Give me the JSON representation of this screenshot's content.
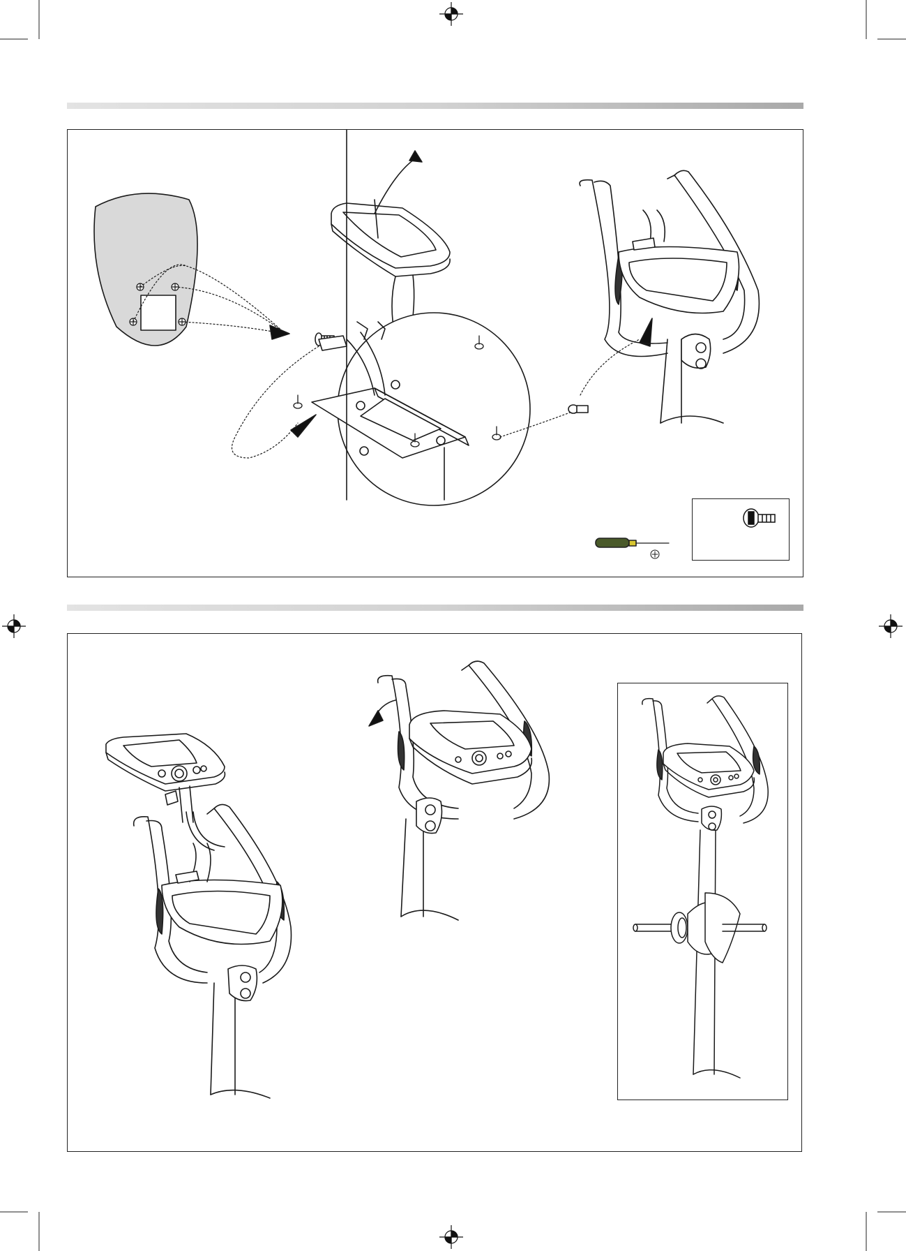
{
  "document": {
    "type": "assembly-instructions-page",
    "colors": {
      "line": "#1a1a1a",
      "section_bar_light": "#e3e3e3",
      "section_bar_dark": "#a9a9a9",
      "decal_fill": "#d9d9d9",
      "screwdriver_handle": "#4a5a2a",
      "screwdriver_tip": "#d8c630"
    },
    "marks": {
      "registration": [
        "registration-mark-top",
        "registration-mark-left",
        "registration-mark-right",
        "registration-mark-bottom"
      ],
      "crop": "crop-marks"
    }
  },
  "step_a": {
    "illustrations": [
      "console-back-decal-with-screw-holes",
      "console-base-with-cable-exit-arrow",
      "magnified-console-bracket-detail",
      "handlebar-with-console-base",
      "screwdriver-icon",
      "screw-hardware-inset"
    ],
    "hardware_count": 4
  },
  "step_b": {
    "illustrations": [
      "console-with-connectors",
      "handlebar-with-open-console-base",
      "console-rotating-onto-handlebar",
      "completed-handlebar-and-console-inset"
    ]
  }
}
